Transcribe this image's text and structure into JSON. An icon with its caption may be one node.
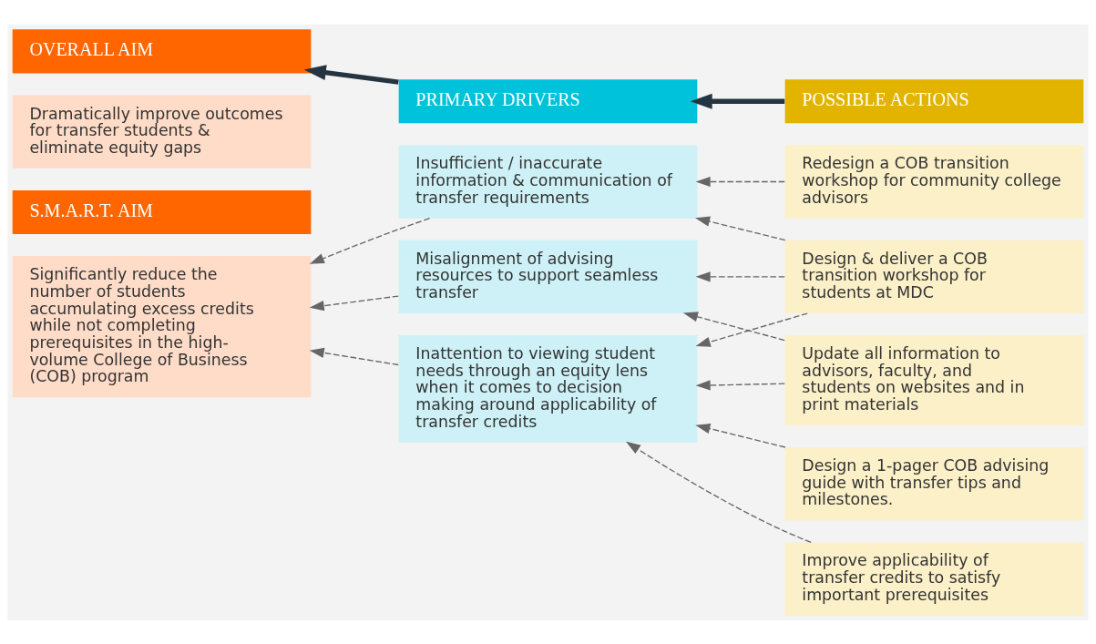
{
  "diagram": {
    "nodes": [
      {
        "text": [
          "OVERALL AIM"
        ]
      },
      {
        "text": [
          "Dramatically improve outcomes for transfer students & eliminate equity gaps"
        ]
      },
      {
        "text": [
          "S.M.A.R.T. AIM"
        ]
      },
      {
        "text": [
          "Significantly reduce the number of students accumulating excess credits while not completing prerequisites in the high-volume College of Business (COB) program"
        ]
      },
      {
        "text": [
          "PRIMARY DRIVERS"
        ]
      },
      {
        "text": [
          "Insufficient / inaccurate information & communication of transfer requirements"
        ]
      },
      {
        "text": [
          "Misalignment of advising resources to support seamless transfer"
        ]
      },
      {
        "text": [
          "Inattention to viewing student needs through an equity lens when it comes to decision making around applicability of transfer credits"
        ]
      },
      {
        "text": [
          "POSSIBLE ACTIONS"
        ]
      },
      {
        "text": [
          "Redesign a COB transition workshop for community college advisors"
        ]
      },
      {
        "text": [
          "Design & deliver a COB transition workshop for students at MDC"
        ]
      },
      {
        "text": [
          "Update all information to advisors, faculty, and students on websites and in print materials"
        ]
      },
      {
        "text": [
          "Design a 1-pager COB advising guide with transfer tips and milestones."
        ]
      },
      {
        "text": [
          "Improve applicability of transfer credits to satisfy important prerequisites"
        ]
      }
    ],
    "edges": [
      {
        "from": 4,
        "to": 0,
        "arrow": "to",
        "style": "thick",
        "color": "#253441"
      },
      {
        "from": 8,
        "to": 4,
        "arrow": "to",
        "style": "thick",
        "color": "#253441"
      },
      {
        "from": 5,
        "to": 3,
        "arrow": "to",
        "style": "dashed"
      },
      {
        "from": 6,
        "to": 3,
        "arrow": "to",
        "style": "dashed"
      },
      {
        "from": 7,
        "to": 3,
        "arrow": "to",
        "style": "dashed"
      },
      {
        "from": 9,
        "to": 5,
        "arrow": "to",
        "style": "dashed"
      },
      {
        "from": 10,
        "to": 5,
        "arrow": "to",
        "style": "dashed"
      },
      {
        "from": 10,
        "to": 6,
        "arrow": "to",
        "style": "dashed"
      },
      {
        "from": 10,
        "to": 7,
        "arrow": "to",
        "style": "dashed"
      },
      {
        "from": 11,
        "to": 6,
        "arrow": "to",
        "style": "dashed"
      },
      {
        "from": 11,
        "to": 7,
        "arrow": "to",
        "style": "dashed"
      },
      {
        "from": 12,
        "to": 7,
        "arrow": "to",
        "style": "dashed"
      },
      {
        "from": 13,
        "to": 7,
        "arrow": "to",
        "style": "dashed"
      }
    ]
  }
}
